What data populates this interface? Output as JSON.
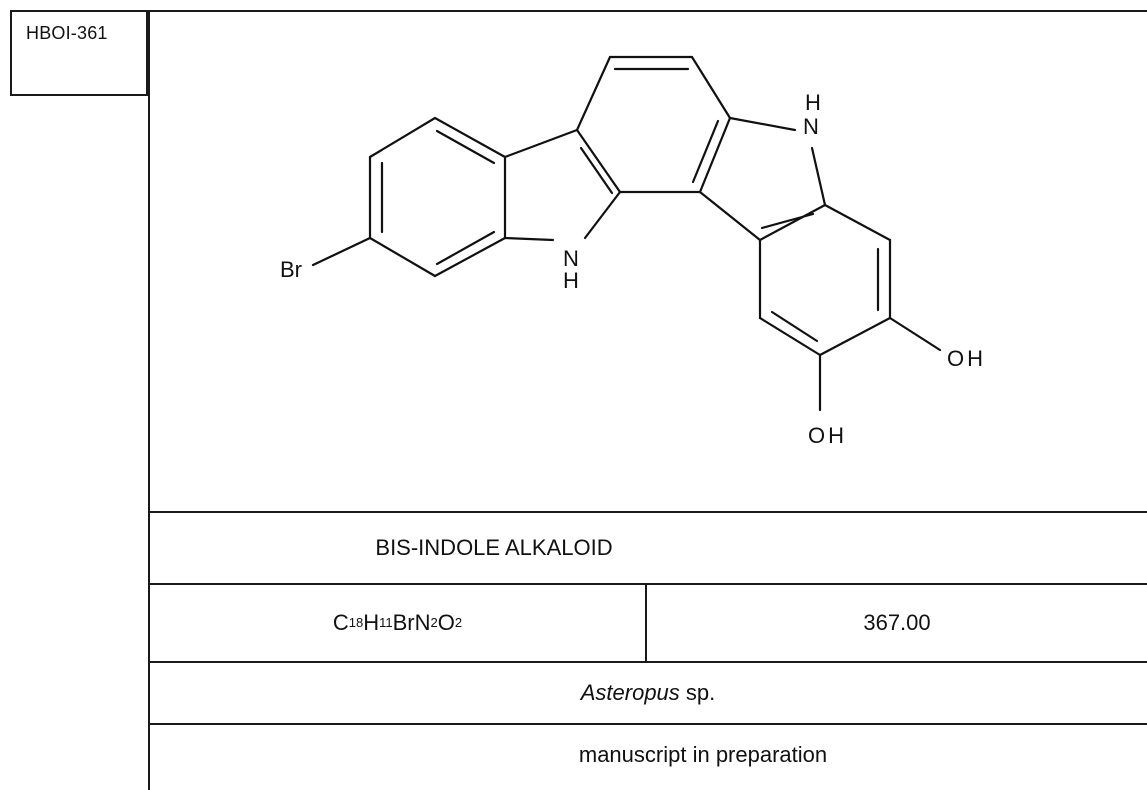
{
  "compound_id": "HBOI-361",
  "structure": {
    "atom_labels": {
      "br": "Br",
      "nh_top_h": "H",
      "nh_top_n": "N",
      "nh_bottom_n": "N",
      "nh_bottom_h": "H",
      "oh_right": "OH",
      "oh_bottom": "OH"
    }
  },
  "compound_class": "BIS-INDOLE ALKALOID",
  "formula": {
    "parts": [
      {
        "text": "C",
        "sub": "18"
      },
      {
        "text": "H",
        "sub": "11"
      },
      {
        "text": "BrN",
        "sub": "2"
      },
      {
        "text": "O",
        "sub": "2"
      }
    ]
  },
  "molecular_weight": "367.00",
  "source": {
    "genus": "Asteropus",
    "suffix": " sp."
  },
  "reference": "manuscript in preparation"
}
